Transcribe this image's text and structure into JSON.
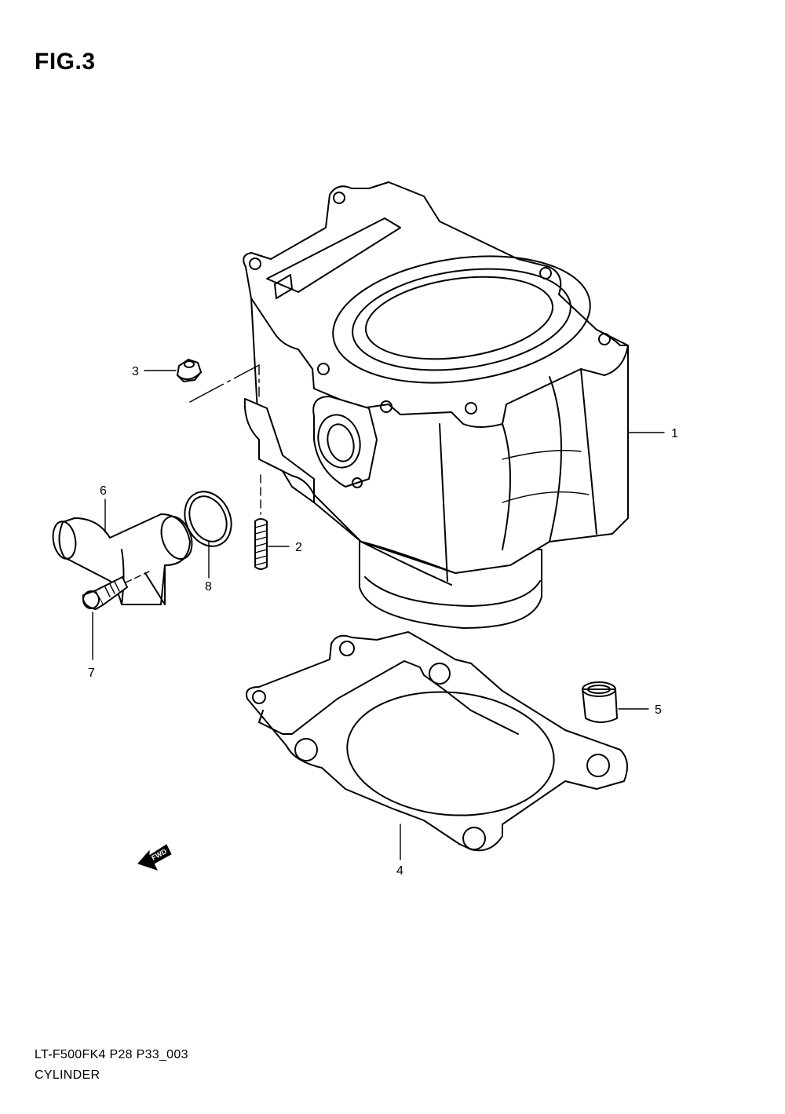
{
  "figure": {
    "title": "FIG.3"
  },
  "parts": [
    {
      "ref": "1",
      "part": "cylinder"
    },
    {
      "ref": "2",
      "part": "stud"
    },
    {
      "ref": "3",
      "part": "nut"
    },
    {
      "ref": "4",
      "part": "gasket"
    },
    {
      "ref": "5",
      "part": "dowel-pin"
    },
    {
      "ref": "6",
      "part": "water-inlet-pipe"
    },
    {
      "ref": "7",
      "part": "bolt"
    },
    {
      "ref": "8",
      "part": "o-ring"
    }
  ],
  "direction_marker": {
    "label": "FWD"
  },
  "footer": {
    "model_code": "LT-F500FK4 P28 P33_003",
    "section_name": "CYLINDER"
  }
}
